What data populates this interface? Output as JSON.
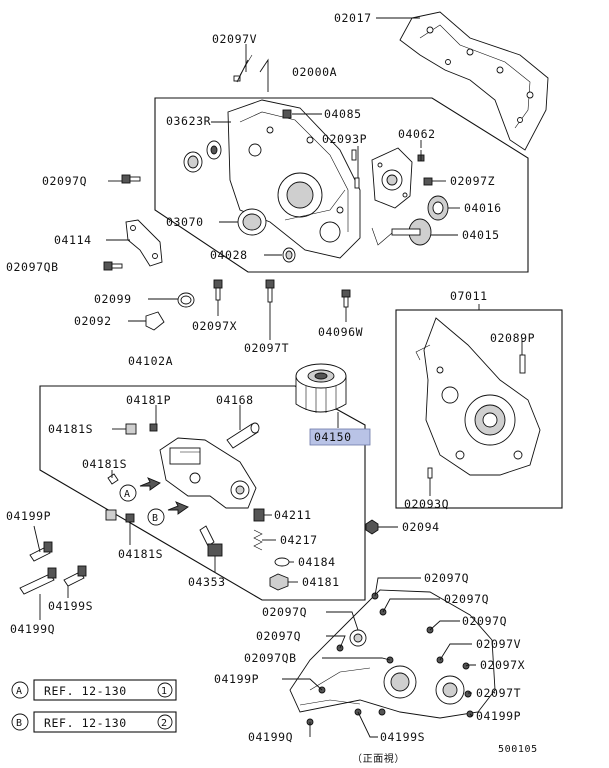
{
  "labels": {
    "p02017": "02017",
    "p02097V_top": "02097V",
    "p02000A": "02000A",
    "p03623R": "03623R",
    "p04085": "04085",
    "p02093P": "02093P",
    "p04062": "04062",
    "p02097Q_left": "02097Q",
    "p02097Z": "02097Z",
    "p04016": "04016",
    "p03070": "03070",
    "p04015": "04015",
    "p04114": "04114",
    "p04028": "04028",
    "p02097QB_left": "02097QB",
    "p02099": "02099",
    "p07011": "07011",
    "p02092": "02092",
    "p02097X_mid": "02097X",
    "p04096W": "04096W",
    "p02097T_mid": "02097T",
    "p02089P": "02089P",
    "p04102A": "04102A",
    "p04181P": "04181P",
    "p04168": "04168",
    "p04181S_a": "04181S",
    "p04150": "04150",
    "p04181S_b": "04181S",
    "p02093Q": "02093Q",
    "p04199P_left": "04199P",
    "p04211": "04211",
    "p02094": "02094",
    "p04181S_c": "04181S",
    "p04217": "04217",
    "p04184": "04184",
    "p04353": "04353",
    "p04181": "04181",
    "p04199S_left": "04199S",
    "p04199Q_left": "04199Q",
    "p02097Q_b1": "02097Q",
    "p02097Q_b2": "02097Q",
    "p02097Q_b3": "02097Q",
    "p02097Q_b4": "02097Q",
    "p02097Q_b5": "02097Q",
    "p02097V_b": "02097V",
    "p02097QB_b": "02097QB",
    "p02097X_b": "02097X",
    "p04199P_b1": "04199P",
    "p02097T_b": "02097T",
    "p04199P_b2": "04199P",
    "p04199Q_b": "04199Q",
    "p04199S_b": "04199S"
  },
  "markers": {
    "a": "A",
    "b": "B"
  },
  "refs": [
    {
      "marker": "A",
      "text": "REF. 12-130",
      "num": "1"
    },
    {
      "marker": "B",
      "text": "REF. 12-130",
      "num": "2"
    }
  ],
  "view_caption": "（正面視）",
  "diagram_code": "500105",
  "highlight_color": "#b9c3e6"
}
